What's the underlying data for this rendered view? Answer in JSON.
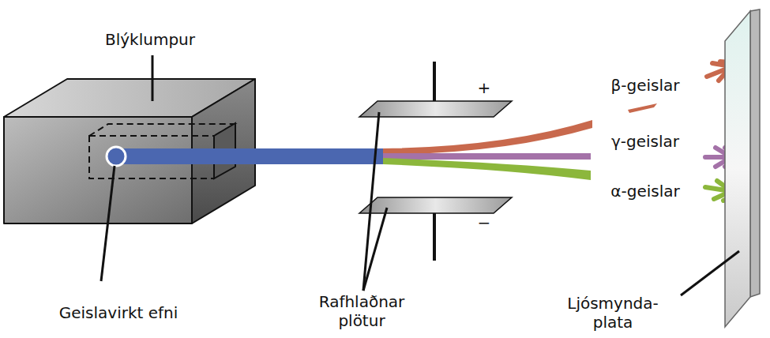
{
  "diagram": {
    "labels": [
      "Blýklumpur",
      "Geislavirkt efni",
      "Rafhlaðnar plötur",
      "Ljósmynda- plata",
      "β-geislar",
      "γ-geislar",
      "α-geislar",
      "+",
      "−"
    ]
  }
}
